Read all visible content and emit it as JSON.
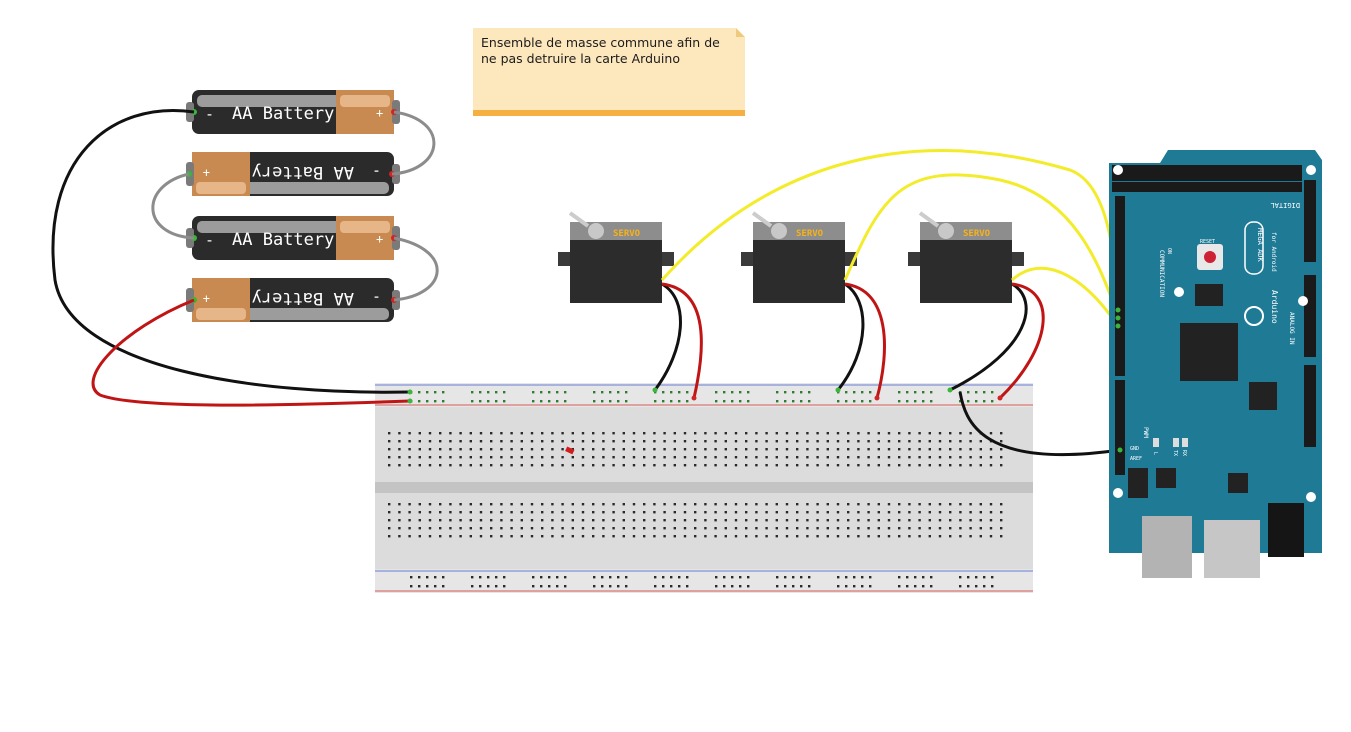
{
  "note": {
    "text": "Ensemble de masse commune afin de ne pas detruire la carte Arduino"
  },
  "batteries": [
    {
      "label": "AA Battery",
      "minus": "-",
      "plus": "+"
    },
    {
      "label": "AA Battery",
      "minus": "-",
      "plus": "+"
    },
    {
      "label": "AA Battery",
      "minus": "-",
      "plus": "+"
    },
    {
      "label": "AA Battery",
      "minus": "-",
      "plus": "+"
    }
  ],
  "servos": [
    {
      "label": "SERVO"
    },
    {
      "label": "SERVO"
    },
    {
      "label": "SERVO"
    }
  ],
  "arduino": {
    "badge": "MEGA ADK",
    "sub": "for Android",
    "brand": "Arduino",
    "digital": "DIGITAL",
    "communication": "COMMUNICATION",
    "analog": "ANALOG IN",
    "pwm": "PWM",
    "reset": "RESET",
    "on": "ON",
    "tx": "TX",
    "rx": "RX",
    "l": "L",
    "aref": "AREF",
    "gnd": "GND"
  },
  "colors": {
    "board": "#1f7a96",
    "breadboard": "#d9d9d9",
    "wire_black": "#111111",
    "wire_red": "#c01515",
    "wire_yellow": "#f2ec2b",
    "wire_gray": "#8c8c8c",
    "note_bg": "#fde7bd",
    "note_border": "#f6b042"
  }
}
